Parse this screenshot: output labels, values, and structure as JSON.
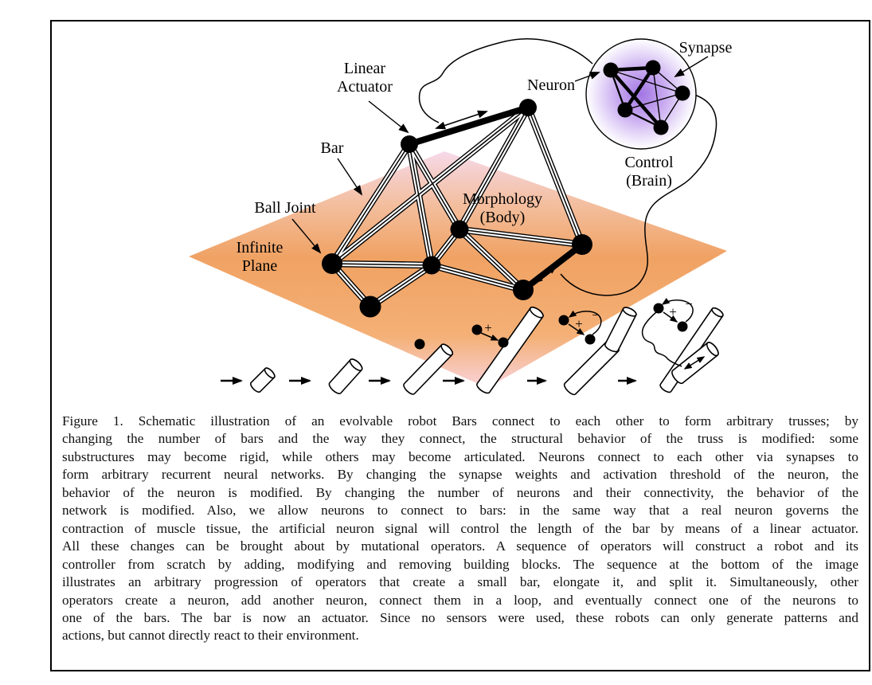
{
  "figure": {
    "labels": {
      "linear1": "Linear",
      "linear2": "Actuator",
      "bar": "Bar",
      "ball_joint": "Ball Joint",
      "infinite1": "Infinite",
      "infinite2": "Plane",
      "morph1": "Morphology",
      "morph2": "(Body)",
      "neuron": "Neuron",
      "synapse": "Synapse",
      "control1": "Control",
      "control2": "(Brain)",
      "plus": "+",
      "minus": "−"
    },
    "colors": {
      "plane_pink": "#f6d9e9",
      "plane_blend": "#f3bfa0",
      "plane_orange": "#f0a263",
      "plane_orange2": "#f4b076",
      "plane_bottom_pink": "#f8d2da",
      "brain_core": "#a276e3",
      "brain_mid": "#c9abf0",
      "brain_edge": "#ece2fa",
      "brain_rim": "#ffffff"
    },
    "caption_lines": [
      "Figure 1. Schematic illustration of an evolvable robot Bars connect to each other to form arbitrary trusses; by",
      "changing the number of bars and the way they connect, the structural behavior of the truss is modified: some",
      "substructures may become rigid, while others may become articulated. Neurons connect to each other via synapses to",
      "form arbitrary recurrent neural networks. By changing the synapse weights and activation threshold of the neuron, the",
      "behavior of the neuron is modified. By changing the number of neurons and their connectivity, the behavior of the",
      "network is modified. Also, we allow neurons to connect to bars: in the same way that a real neuron governs the",
      "contraction of muscle tissue, the artificial neuron signal will control the length of the bar by means of a linear actuator.",
      "All these changes can be brought about by mutational operators. A sequence of operators will construct a robot and its",
      "controller from scratch by adding, modifying and removing building blocks. The sequence at the bottom of the image",
      "illustrates an arbitrary progression of operators that create a small bar, elongate it, and split it. Simultaneously, other",
      "operators create a neuron, add another neuron, connect them in a loop, and eventually connect one of the neurons to",
      "one of the bars. The bar is now an actuator. Since no sensors were used, these robots can only generate patterns and",
      "actions, but cannot directly react to their environment."
    ]
  }
}
